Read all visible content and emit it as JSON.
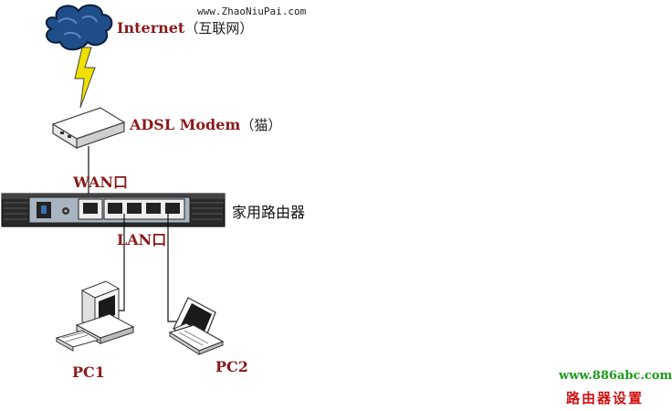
{
  "watermark_top": "www.ZhaoNiuPai.com",
  "internet": {
    "label": "Internet",
    "paren": "（互联网）"
  },
  "modem": {
    "label": "ADSL Modem",
    "paren": "（猫）"
  },
  "wan_port": "WAN口",
  "router": "家用路由器",
  "lan_port": "LAN口",
  "pc1": "PC1",
  "pc2": "PC2",
  "watermark_bottom": {
    "url": "www.886abc.com",
    "name": "路由器设置"
  },
  "colors": {
    "label_red": "#8b1a1a",
    "url_green": "#1a9a1a",
    "name_red": "#d01010",
    "cloud": "#1f4e8a",
    "lightning": "#f0e000"
  },
  "icons": [
    "cloud-icon",
    "lightning-icon",
    "modem-icon",
    "router-icon",
    "desktop-pc-icon",
    "laptop-icon"
  ]
}
